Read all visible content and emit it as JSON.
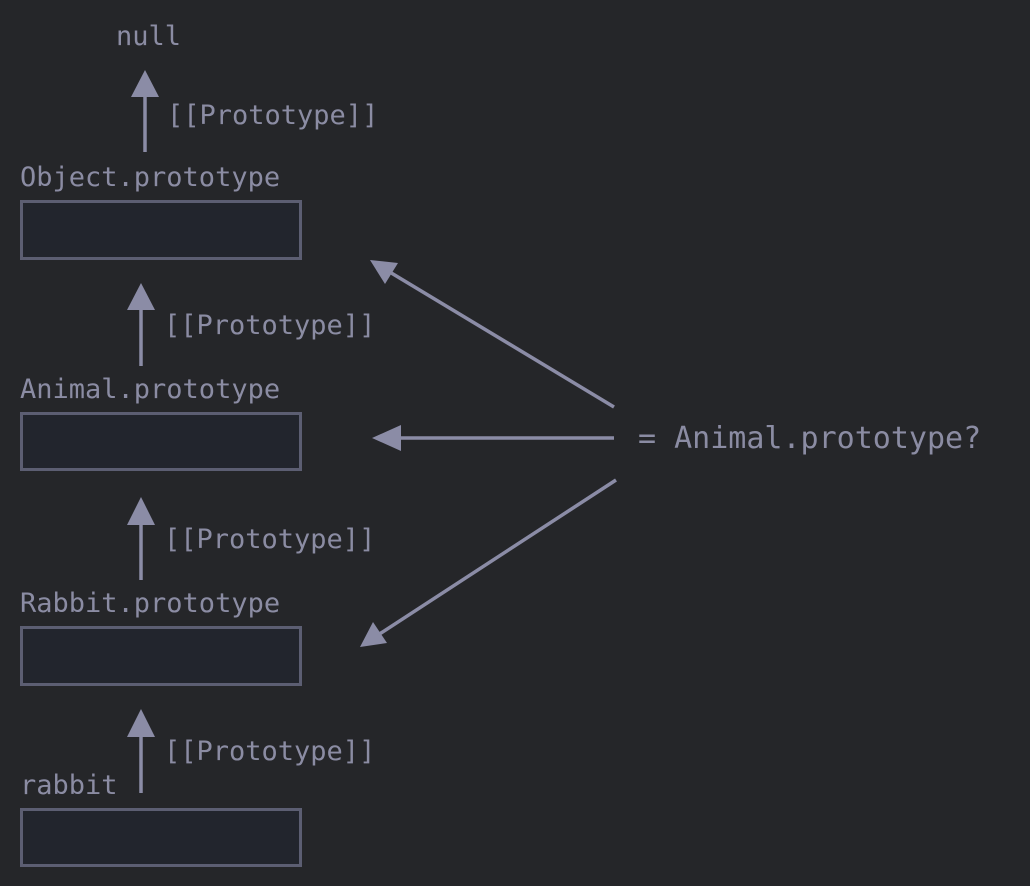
{
  "nodes": {
    "null_label": "null",
    "object_prototype": "Object.prototype",
    "animal_prototype": "Animal.prototype",
    "rabbit_prototype": "Rabbit.prototype",
    "rabbit": "rabbit"
  },
  "edges": {
    "proto_label_1": "[[Prototype]]",
    "proto_label_2": "[[Prototype]]",
    "proto_label_3": "[[Prototype]]",
    "proto_label_4": "[[Prototype]]"
  },
  "question": "= Animal.prototype?"
}
